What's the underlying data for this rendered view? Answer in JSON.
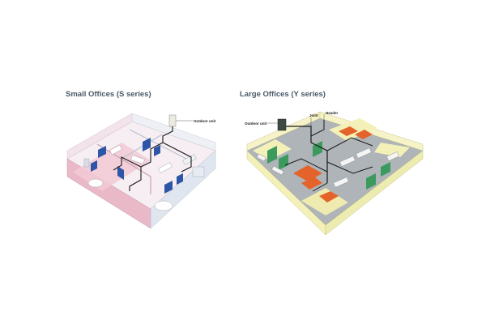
{
  "small_offices": {
    "title": "Small Offices (S series)",
    "callouts": {
      "outdoor_unit": "Outdoor unit"
    }
  },
  "large_offices": {
    "title": "Large Offices (Y series)",
    "callouts": {
      "outdoor_unit": "Outdoor unit",
      "label_a": "Joint",
      "label_b": "Header"
    }
  },
  "colors": {
    "title_text": "#4a5a68",
    "small_floor": "#f6eef2",
    "small_wall_pink": "#e9b9c8",
    "small_partition_blue": "#2d56a6",
    "large_floor": "#aeb4b8",
    "large_wall_yellow": "#f3f0b8",
    "large_partition_green": "#3c9a5e",
    "large_furniture_orange": "#e4632a",
    "piping": "#1a1a1a"
  }
}
